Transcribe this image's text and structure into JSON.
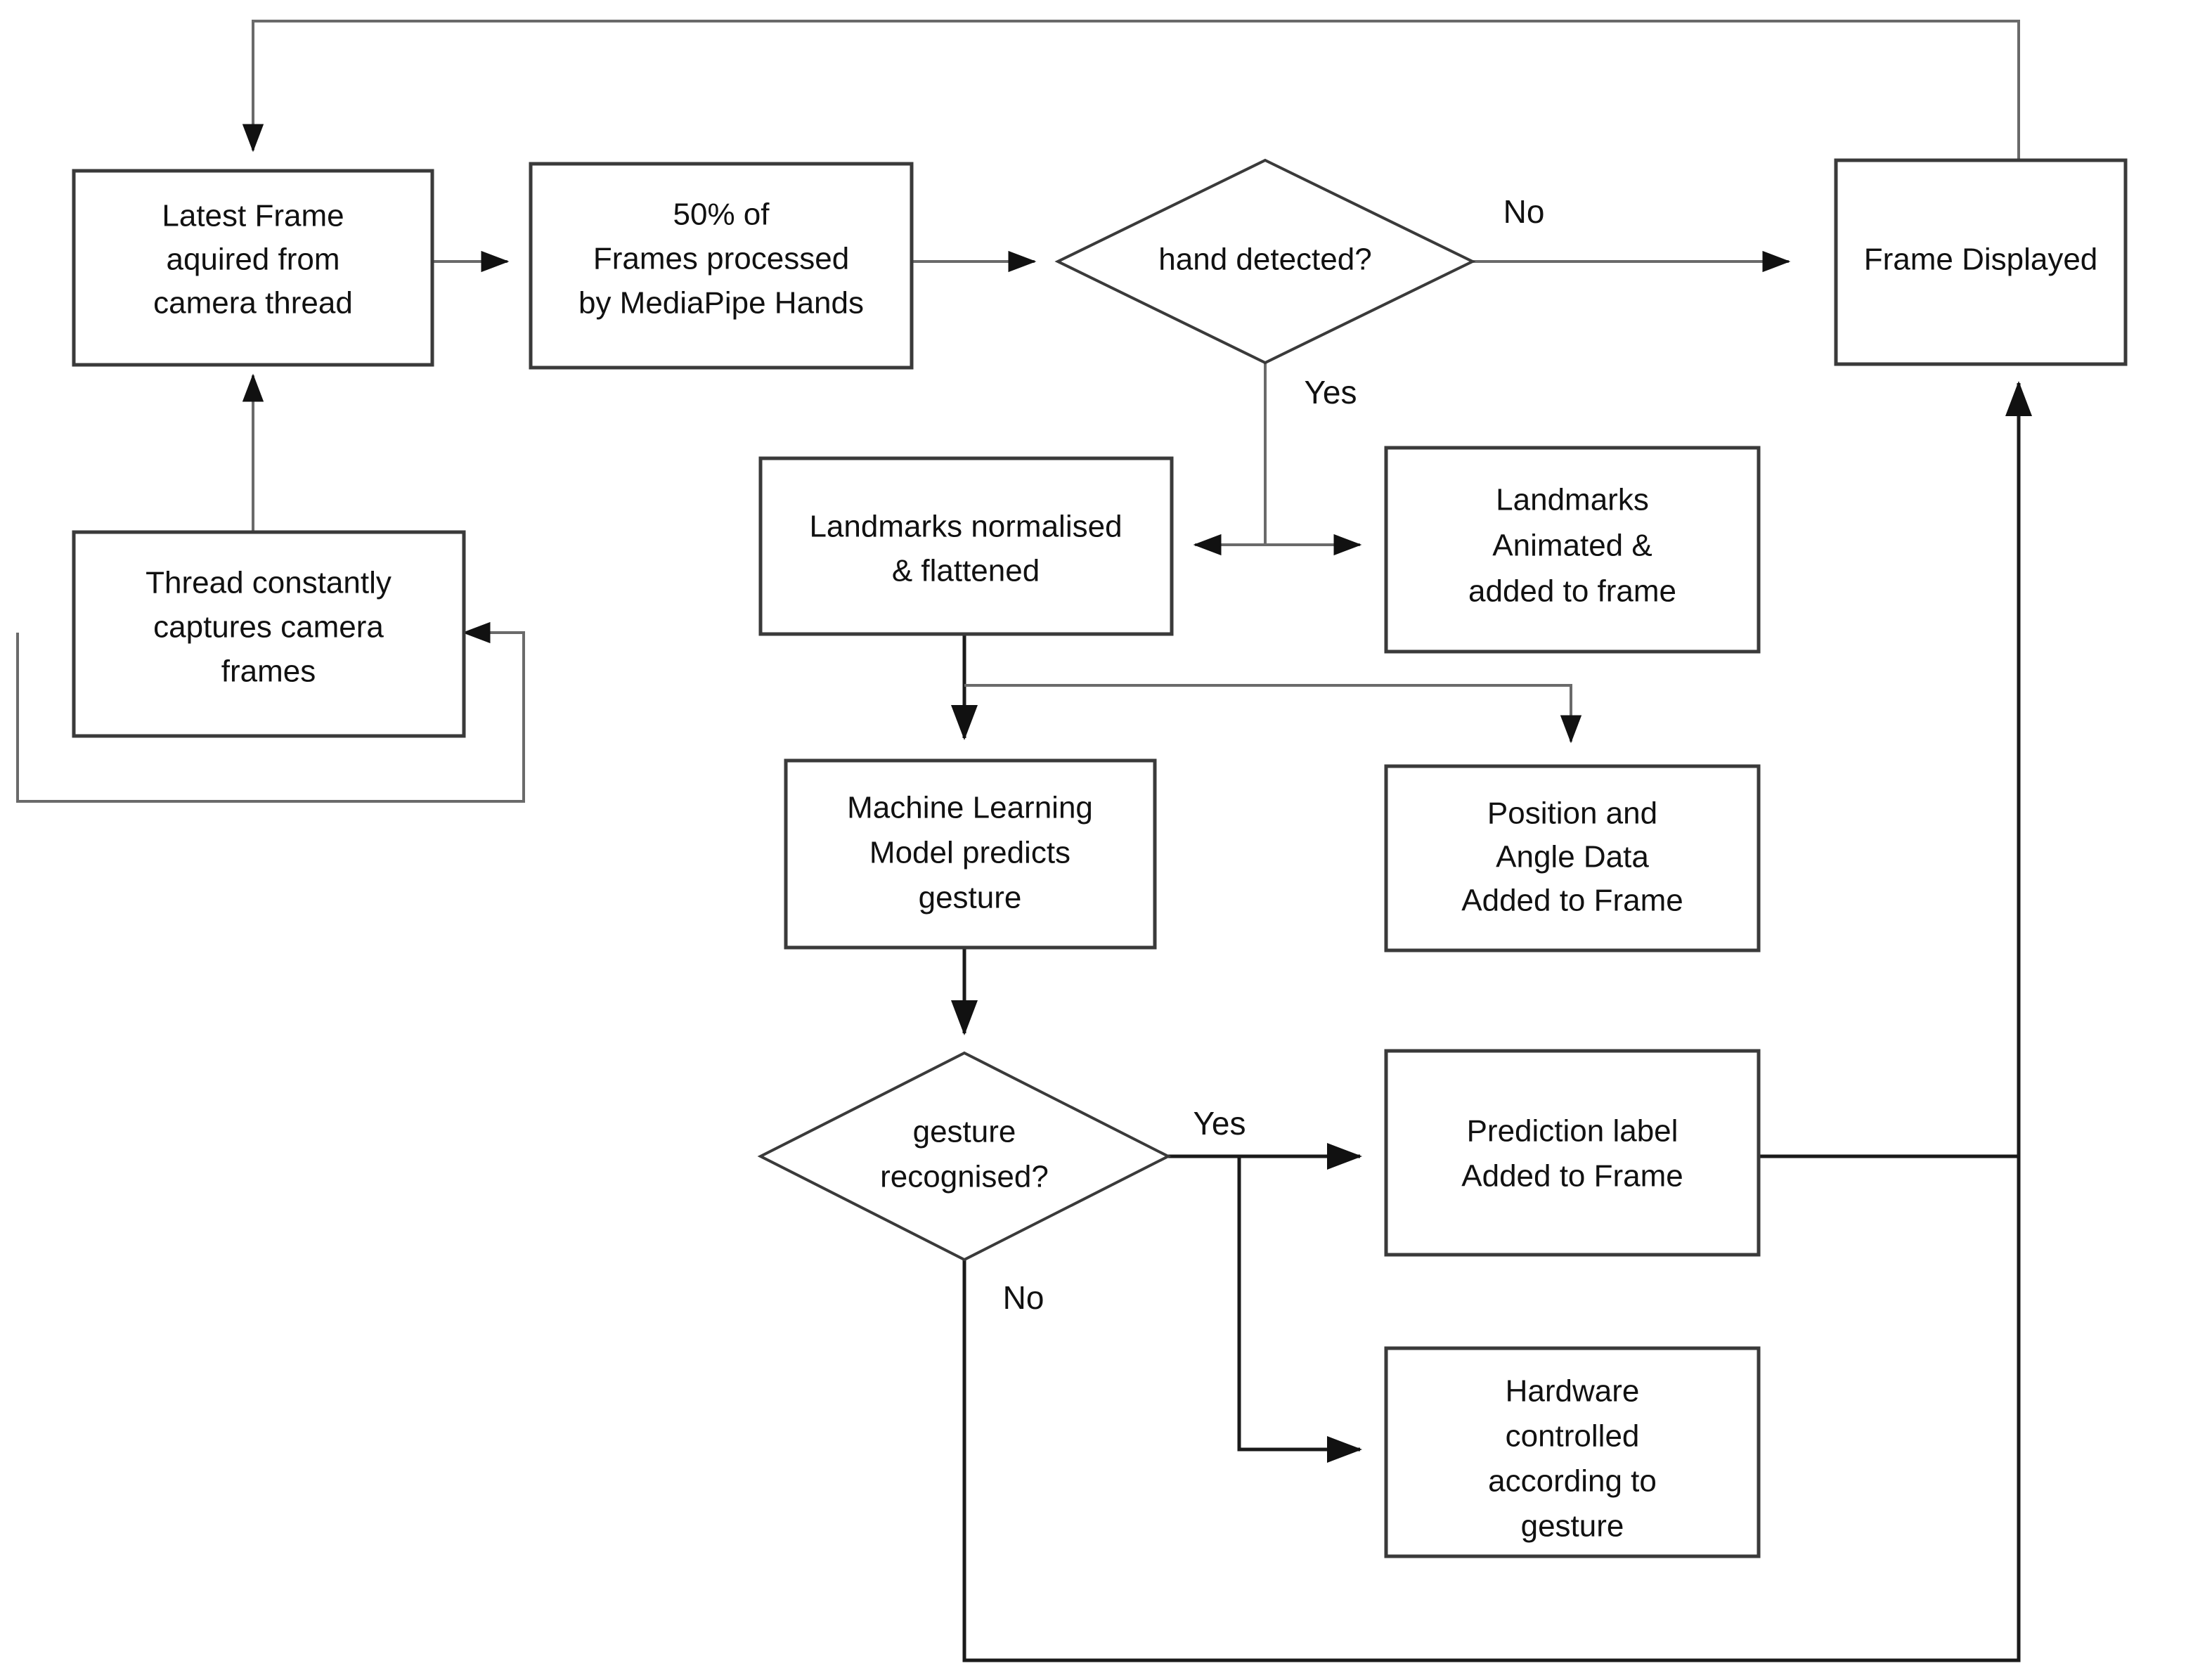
{
  "diagram": {
    "title": "Gesture recognition frame processing pipeline flowchart",
    "colors": {
      "background": "#ffffff",
      "box_stroke": "#3a3a3a",
      "edge_stroke": "#1a1a1a",
      "edge_stroke_light": "#6a6a6a",
      "text": "#111111"
    },
    "nodes": [
      {
        "id": "latest-frame",
        "type": "process",
        "lines": [
          "Latest Frame",
          "aquired from",
          "camera thread"
        ]
      },
      {
        "id": "fifty-percent-frames",
        "type": "process",
        "lines": [
          "50% of",
          "Frames processed",
          "by MediaPipe Hands"
        ]
      },
      {
        "id": "hand-detected",
        "type": "decision",
        "lines": [
          "hand detected?"
        ]
      },
      {
        "id": "frame-displayed",
        "type": "process",
        "lines": [
          "Frame Displayed"
        ]
      },
      {
        "id": "camera-thread",
        "type": "process",
        "lines": [
          "Thread constantly",
          "captures camera",
          "frames"
        ]
      },
      {
        "id": "landmarks-normalised",
        "type": "process",
        "lines": [
          "Landmarks normalised",
          "& flattened"
        ]
      },
      {
        "id": "landmarks-animated",
        "type": "process",
        "lines": [
          "Landmarks",
          "Animated &",
          "added to frame"
        ]
      },
      {
        "id": "ml-model",
        "type": "process",
        "lines": [
          "Machine Learning",
          "Model predicts",
          "gesture"
        ]
      },
      {
        "id": "position-angle",
        "type": "process",
        "lines": [
          "Position and",
          "Angle Data",
          "Added to Frame"
        ]
      },
      {
        "id": "gesture-recognised",
        "type": "decision",
        "lines": [
          "gesture",
          "recognised?"
        ]
      },
      {
        "id": "prediction-label",
        "type": "process",
        "lines": [
          "Prediction label",
          "Added to Frame"
        ]
      },
      {
        "id": "hardware-controlled",
        "type": "process",
        "lines": [
          "Hardware",
          "controlled",
          "according to",
          "gesture"
        ]
      }
    ],
    "edge_labels": {
      "hand_detected_no": "No",
      "hand_detected_yes": "Yes",
      "gesture_recognised_yes": "Yes",
      "gesture_recognised_no": "No"
    }
  }
}
